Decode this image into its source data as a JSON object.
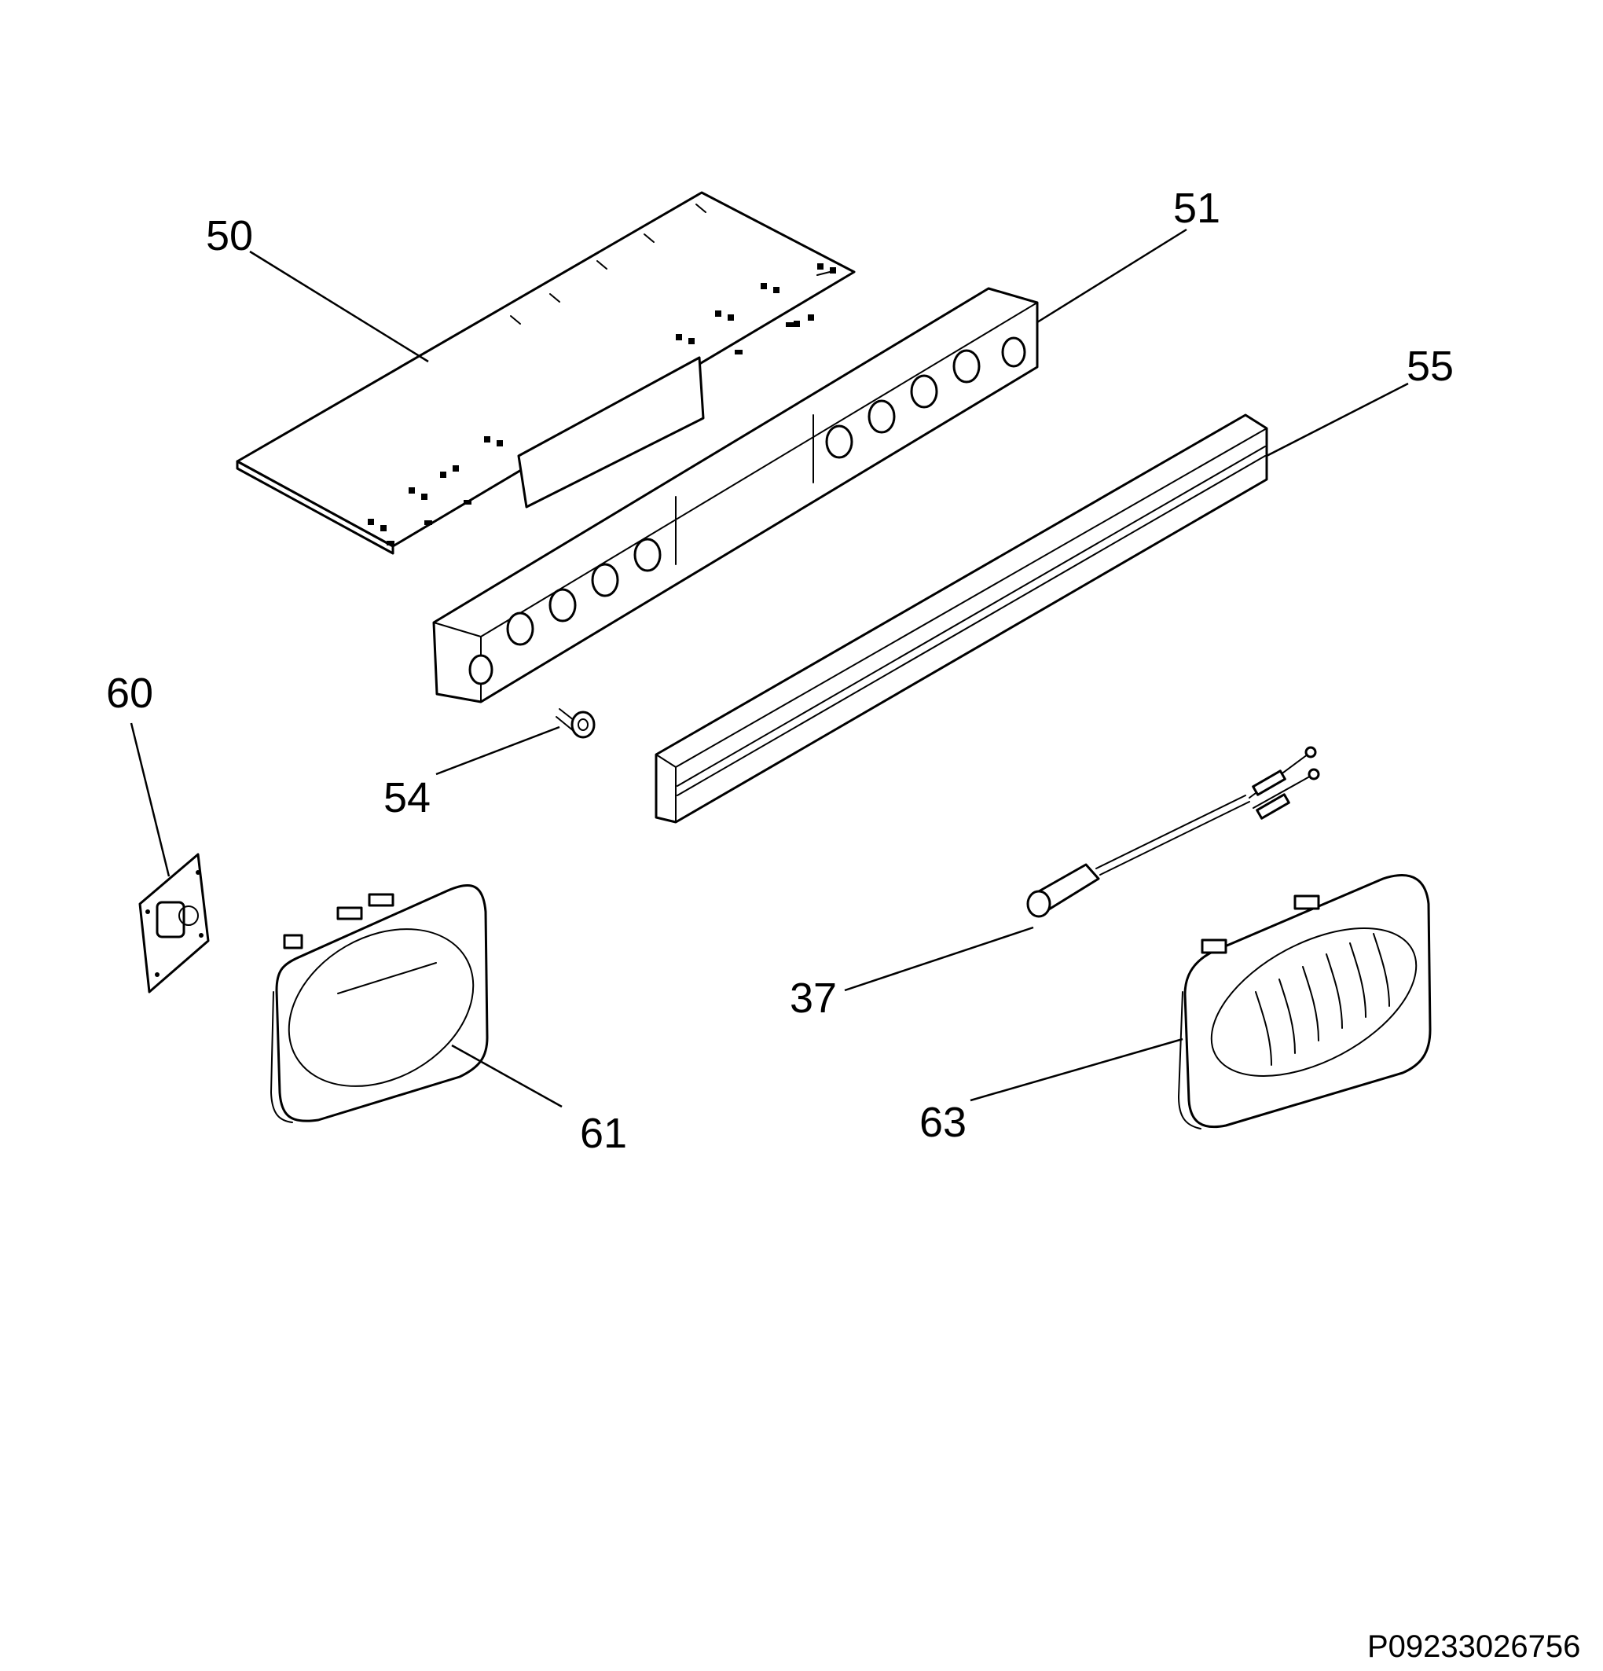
{
  "callouts": {
    "c50": "50",
    "c51": "51",
    "c55": "55",
    "c60": "60",
    "c54": "54",
    "c37": "37",
    "c61": "61",
    "c63": "63"
  },
  "document_id": "P09233026756"
}
